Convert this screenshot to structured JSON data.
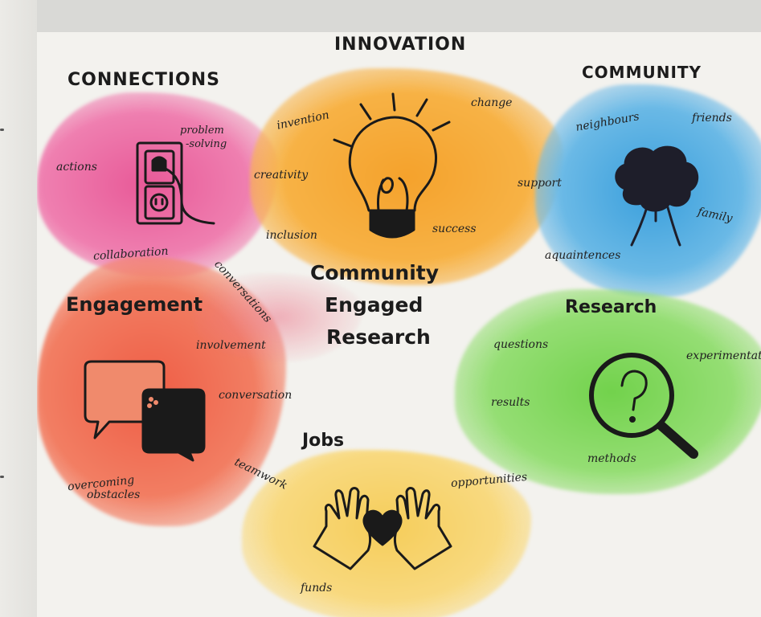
{
  "sections": {
    "innovation": {
      "title": "INNOVATION",
      "notes": [
        "invention",
        "change",
        "creativity",
        "success",
        "inclusion"
      ]
    },
    "connections": {
      "title": "CONNECTIONS",
      "notes": [
        "problem",
        "-solving",
        "actions",
        "collaboration",
        "conversations"
      ]
    },
    "community": {
      "title": "COMMUNITY",
      "notes": [
        "neighbours",
        "friends",
        "support",
        "family",
        "aquaintences"
      ]
    },
    "center": {
      "line1": "Community",
      "line2": "Engaged",
      "line3": "Research"
    },
    "engagement": {
      "title": "Engagement",
      "notes": [
        "involvement",
        "conversation",
        "overcoming",
        "obstacles",
        "teamwork"
      ]
    },
    "research": {
      "title": "Research",
      "notes": [
        "questions",
        "experimentation",
        "results",
        "methods"
      ]
    },
    "jobs": {
      "title": "Jobs",
      "notes": [
        "opportunities",
        "funds"
      ]
    }
  },
  "colors": {
    "pink": "#ec6fa6",
    "orange": "#f6a532",
    "blue": "#4aa9e0",
    "red": "#f06a52",
    "green": "#7dd65a",
    "yellow": "#f7d36a",
    "ink": "#1a1a1a"
  },
  "icons": [
    "outlet-plug-icon",
    "lightbulb-icon",
    "tree-icon",
    "speech-bubbles-icon",
    "magnifying-glass-icon",
    "hands-heart-icon"
  ]
}
